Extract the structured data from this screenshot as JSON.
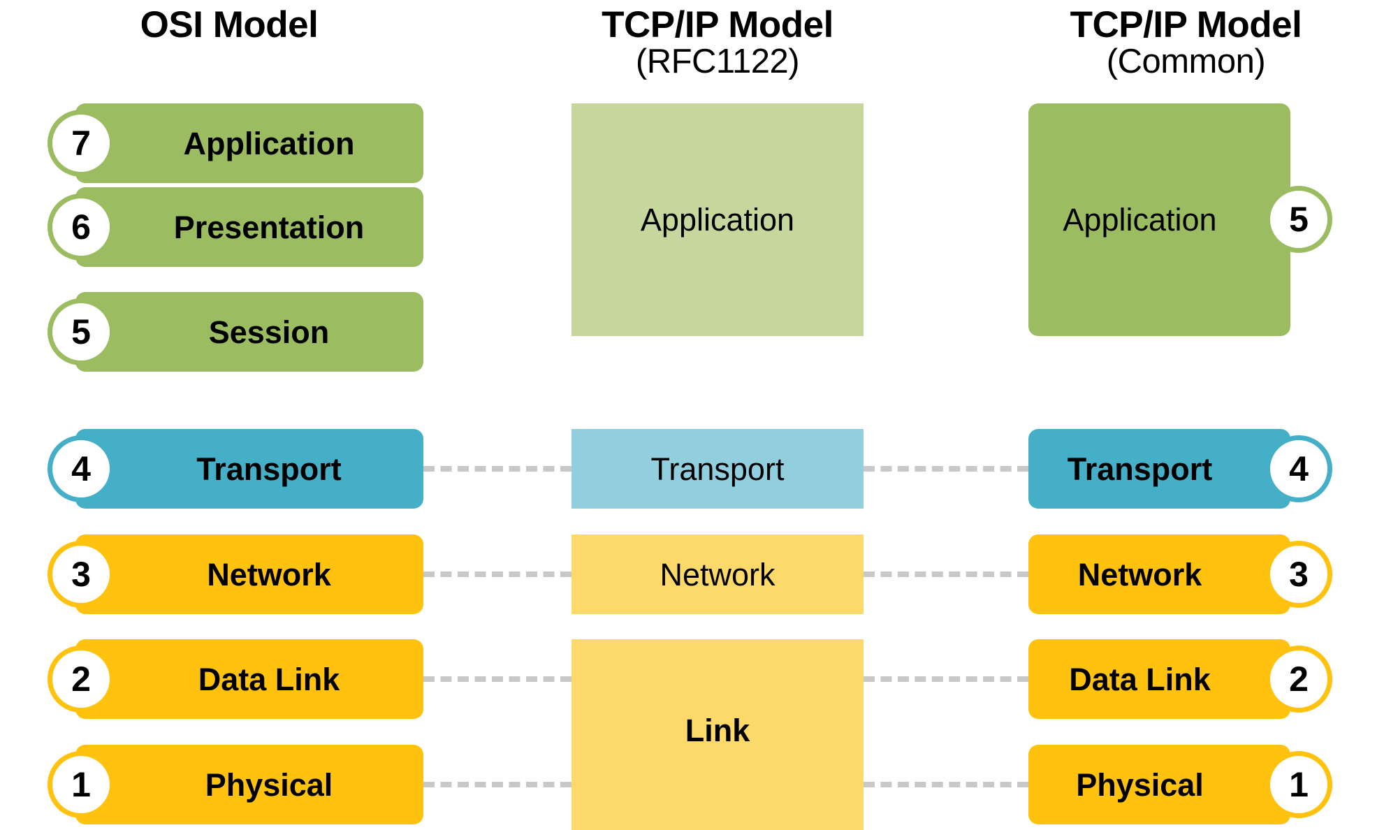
{
  "colors": {
    "green": "#9cbc62",
    "green_light": "#c5d79c",
    "blue": "#45afc8",
    "blue_light": "#92cfde",
    "amber": "#ffc20e",
    "amber_light": "#fcd968",
    "dash": "#c8c8c8",
    "badge_fill": "#ffffff",
    "text": "#000000"
  },
  "columns": {
    "osi": {
      "title": "OSI Model",
      "subtitle": ""
    },
    "rfc": {
      "title": "TCP/IP Model",
      "subtitle": "(RFC1122)"
    },
    "common": {
      "title": "TCP/IP Model",
      "subtitle": "(Common)"
    }
  },
  "osi_layers": [
    {
      "number": "7",
      "label": "Application"
    },
    {
      "number": "6",
      "label": "Presentation"
    },
    {
      "number": "5",
      "label": "Session"
    },
    {
      "number": "4",
      "label": "Transport"
    },
    {
      "number": "3",
      "label": "Network"
    },
    {
      "number": "2",
      "label": "Data Link"
    },
    {
      "number": "1",
      "label": "Physical"
    }
  ],
  "rfc_layers": [
    {
      "label": "Application"
    },
    {
      "label": "Transport"
    },
    {
      "label": "Network"
    },
    {
      "label": "Link"
    }
  ],
  "common_layers": [
    {
      "number": "5",
      "label": "Application"
    },
    {
      "number": "4",
      "label": "Transport"
    },
    {
      "number": "3",
      "label": "Network"
    },
    {
      "number": "2",
      "label": "Data Link"
    },
    {
      "number": "1",
      "label": "Physical"
    }
  ]
}
